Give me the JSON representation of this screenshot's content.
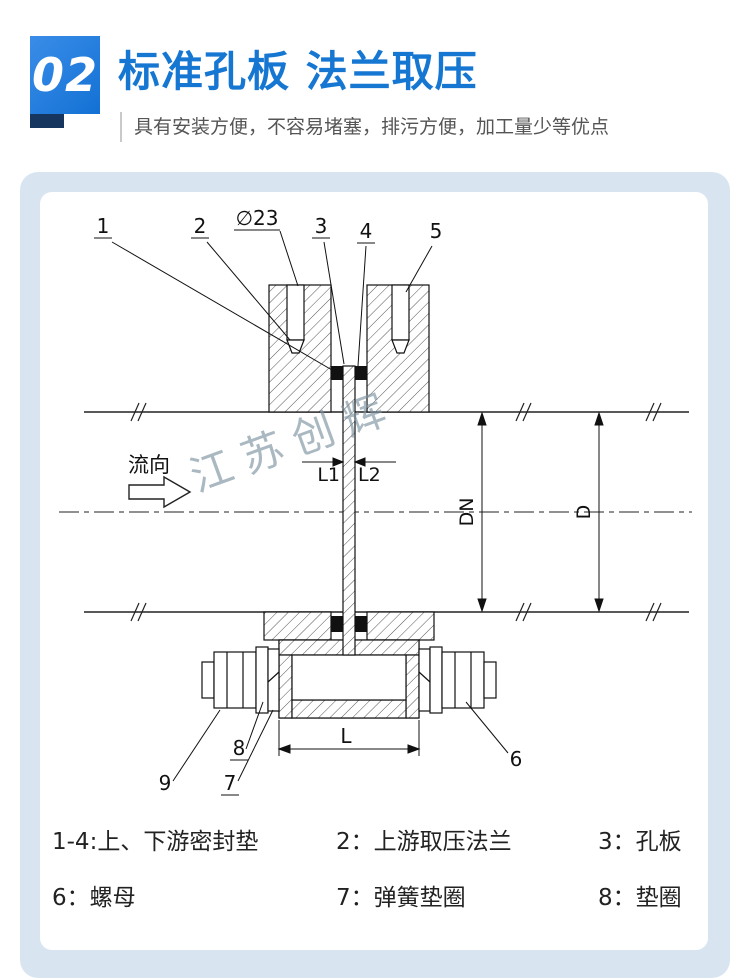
{
  "header": {
    "number": "02",
    "title": "标准孔板 法兰取压",
    "subtitle": "具有安装方便，不容易堵塞，排污方便，加工量少等优点",
    "accent_color": "#1677d2"
  },
  "diagram": {
    "flow_label": "流向",
    "watermark": "江苏创辉",
    "callouts": [
      "1",
      "2",
      "3",
      "4",
      "5",
      "6",
      "7",
      "8",
      "9"
    ],
    "dims": {
      "hole": "∅23",
      "l1": "L1",
      "l2": "L2",
      "dn": "DN",
      "d": "D",
      "l": "L"
    }
  },
  "legend": {
    "items": [
      "1-4:上、下游密封垫",
      "2：上游取压法兰",
      "3：孔板",
      "6：螺母",
      "7：弹簧垫圈",
      "8：垫圈"
    ]
  }
}
